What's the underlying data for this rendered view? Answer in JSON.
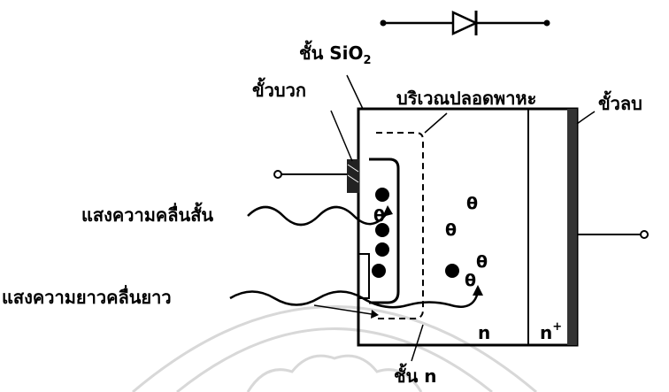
{
  "labels": {
    "sio2_layer": "ชั้น SiO",
    "sio2_subscript": "2",
    "positive_terminal": "ขั้วบวก",
    "depletion_region": "บริเวณปลอดพาหะ",
    "negative_terminal": "ขั้วลบ",
    "short_wavelength_light": "แสงความคลื่นสั้น",
    "long_wavelength_light": "แสงความยาวคลื่นยาว",
    "n_layer": "ชั้น n",
    "region_n": "n",
    "region_n_plus": "n",
    "n_plus_superscript": "+"
  },
  "symbols": {
    "hole_symbol": "filled-circle-hole",
    "electron_symbol": "θ",
    "diode_symbol": "diode-icon"
  },
  "colors": {
    "ink": "#000000",
    "negative_electrode": "#333333",
    "watermark": "#d8d8d8"
  }
}
